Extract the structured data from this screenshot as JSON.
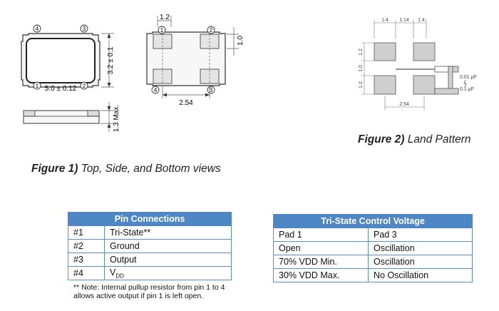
{
  "figure1": {
    "label": "Figure 1)",
    "text": "Top, Side, and Bottom views",
    "pin4": "4",
    "pin3": "3",
    "pin1": "1",
    "pin2": "2",
    "height_dim": "3.2 ± 0.1",
    "width_dim": "5.0 ± 0.12",
    "side_dim": "1.3 Max.",
    "bottom_pad_width": "1.2",
    "bottom_pad_height": "1.0",
    "bottom_pitch": "2.54"
  },
  "figure2": {
    "label": "Figure 2)",
    "text": "Land Pattern",
    "dim_top_left": "1.4",
    "dim_top_mid": "1.14",
    "dim_top_right": "1.4",
    "dim_left_1": "1.2",
    "dim_left_2": "1.0",
    "dim_left_3": "1.2",
    "dim_bottom": "2.54",
    "cap1": "0.01 μF",
    "cap2": "0.1 μF"
  },
  "pin_table": {
    "title": "Pin Connections",
    "rows": [
      {
        "pin": "#1",
        "function": "Tri-State**"
      },
      {
        "pin": "#2",
        "function": "Ground"
      },
      {
        "pin": "#3",
        "function": "Output"
      },
      {
        "pin": "#4",
        "function_main": "V",
        "function_sub": "DD"
      }
    ],
    "note_line1": "** Note: Internal pullup resistor from pin 1 to 4",
    "note_line2": "allows active output if pin 1 is left open."
  },
  "tristate_table": {
    "title": "Tri-State Control Voltage",
    "rows": [
      {
        "pad1": "Pad 1",
        "pad3": "Pad 3"
      },
      {
        "pad1": "Open",
        "pad3": "Oscillation"
      },
      {
        "pad1": "70% VDD Min.",
        "pad3": "Oscillation"
      },
      {
        "pad1": "30% VDD Max.",
        "pad3": "No Oscillation"
      }
    ]
  },
  "colors": {
    "table_header": "#4f86c6",
    "table_border": "#5a8fcf"
  }
}
